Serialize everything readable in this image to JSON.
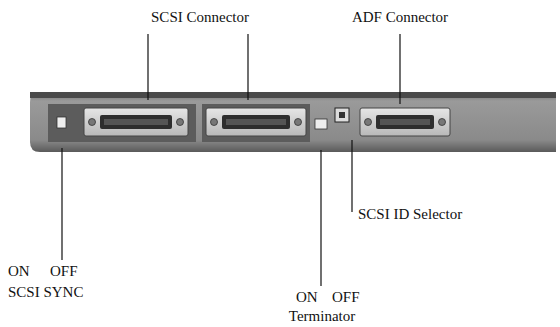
{
  "diagram": {
    "labels": [
      "SCSI Connector",
      "ADF Connector",
      "ON",
      "OFF",
      "SCSI SYNC",
      "SCSI ID Selector",
      "ON",
      "OFF",
      "Terminator"
    ]
  }
}
